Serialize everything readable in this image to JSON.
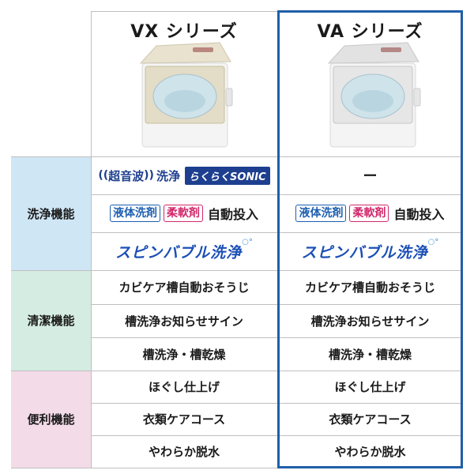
{
  "columns": [
    {
      "title": "VX シリーズ"
    },
    {
      "title": "VA シリーズ"
    }
  ],
  "categories": [
    {
      "label": "洗浄機能",
      "color": "#cfe6f5"
    },
    {
      "label": "清潔機能",
      "color": "#d5ece3"
    },
    {
      "label": "便利機能",
      "color": "#f4dbe8"
    }
  ],
  "vx": {
    "sonic": {
      "choon": "超音波",
      "wash": "洗浄",
      "badge": "らくらくSONIC"
    },
    "detergent": {
      "liquid": "液体洗剤",
      "softener": "柔軟剤",
      "auto": "自動投入"
    },
    "spin_bubble": "スピンバブル洗浄",
    "clean": [
      "カビケア槽自動おそうじ",
      "槽洗浄お知らせサイン",
      "槽洗浄・槽乾燥"
    ],
    "convenience": [
      "ほぐし仕上げ",
      "衣類ケアコース",
      "やわらか脱水"
    ]
  },
  "va": {
    "sonic": "ー",
    "detergent": {
      "liquid": "液体洗剤",
      "softener": "柔軟剤",
      "auto": "自動投入"
    },
    "spin_bubble": "スピンバブル洗浄",
    "clean": [
      "カビケア槽自動おそうじ",
      "槽洗浄お知らせサイン",
      "槽洗浄・槽乾燥"
    ],
    "convenience": [
      "ほぐし仕上げ",
      "衣類ケアコース",
      "やわらか脱水"
    ]
  },
  "colors": {
    "highlight_border": "#1e5fa8",
    "grid": "#bfbfbf",
    "brand_blue": "#1e3f8f"
  }
}
